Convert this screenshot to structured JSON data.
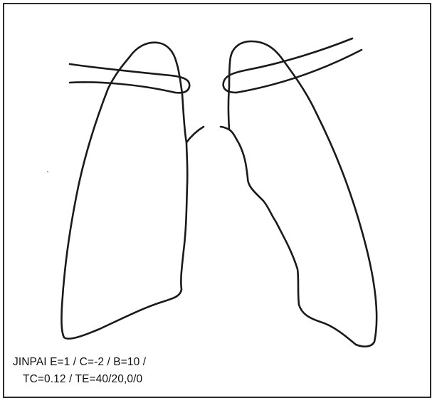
{
  "caption": {
    "line1": "JINPAI E=1 / C=-2 / B=10 /",
    "line2": "TC=0.12 / TE=40/20,0/0"
  },
  "drawing": {
    "subject": "lungs-line-drawing",
    "stroke_color": "#1a1a1a",
    "background_color": "#ffffff",
    "border_color": "#2a2a2a"
  }
}
